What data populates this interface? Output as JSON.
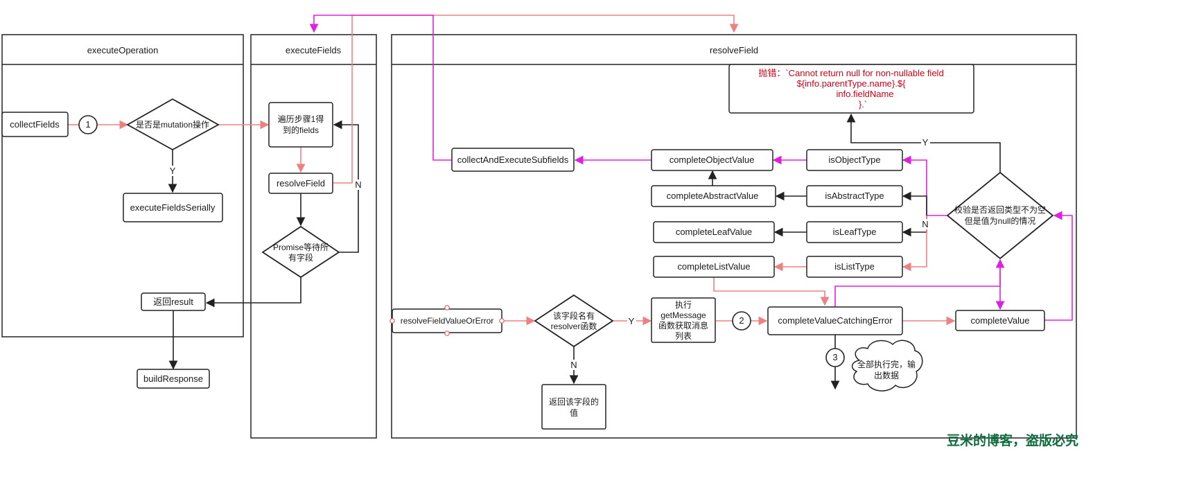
{
  "lanes": {
    "execute_operation": "executeOperation",
    "execute_fields": "executeFields",
    "resolve_field": "resolveField"
  },
  "nodes": {
    "collect_fields": "collectFields",
    "step1": "1",
    "is_mutation": "是否是mutation操作",
    "execute_fields_serially": "executeFieldsSerially",
    "return_result": "返回result",
    "build_response": "buildResponse",
    "iterate_fields_line1": "遍历步骤1得",
    "iterate_fields_line2": "到的fields",
    "resolve_field": "resolveField",
    "promise_wait_line1": "Promise等待所",
    "promise_wait_line2": "有字段",
    "throw_error_line1": "抛错：`Cannot return null for non-nullable field",
    "throw_error_line2": "${info.parentType.name}.${",
    "throw_error_line3": "info.fieldName",
    "throw_error_line4": "}.`",
    "collect_and_execute_subfields": "collectAndExecuteSubfields",
    "complete_object_value": "completeObjectValue",
    "complete_abstract_value": "completeAbstractValue",
    "complete_leaf_value": "completeLeafValue",
    "complete_list_value": "completeListValue",
    "is_object_type": "isObjectType",
    "is_abstract_type": "isAbstractType",
    "is_leaf_type": "isLeafType",
    "is_list_type": "isListType",
    "check_null_line1": "校验是否返回类型不为空",
    "check_null_line2": "但是值为null的情况",
    "resolve_field_value_or_error": "resolveFieldValueOrError",
    "has_resolver_line1": "该字段名有",
    "has_resolver_line2": "resolver函数",
    "exec_get_message_line1": "执行",
    "exec_get_message_line2": "getMessage",
    "exec_get_message_line3": "函数获取消息",
    "exec_get_message_line4": "列表",
    "step2": "2",
    "complete_value_catching_error": "completeValueCatchingError",
    "complete_value": "completeValue",
    "step3": "3",
    "all_done_line1": "全部执行完，输",
    "all_done_line2": "出数据",
    "return_field_value_line1": "返回该字段的",
    "return_field_value_line2": "值"
  },
  "edge_labels": {
    "mutation_yes": "Y",
    "loop_no": "N",
    "null_check_yes": "Y",
    "null_check_no": "N",
    "resolver_yes": "Y",
    "resolver_no": "N"
  },
  "watermark": "豆米的博客，盗版必究",
  "colors": {
    "pink": "#f08080",
    "magenta": "#e020e0",
    "black": "#222222",
    "error_text": "#d0021b",
    "watermark": "#0f6b3c"
  }
}
